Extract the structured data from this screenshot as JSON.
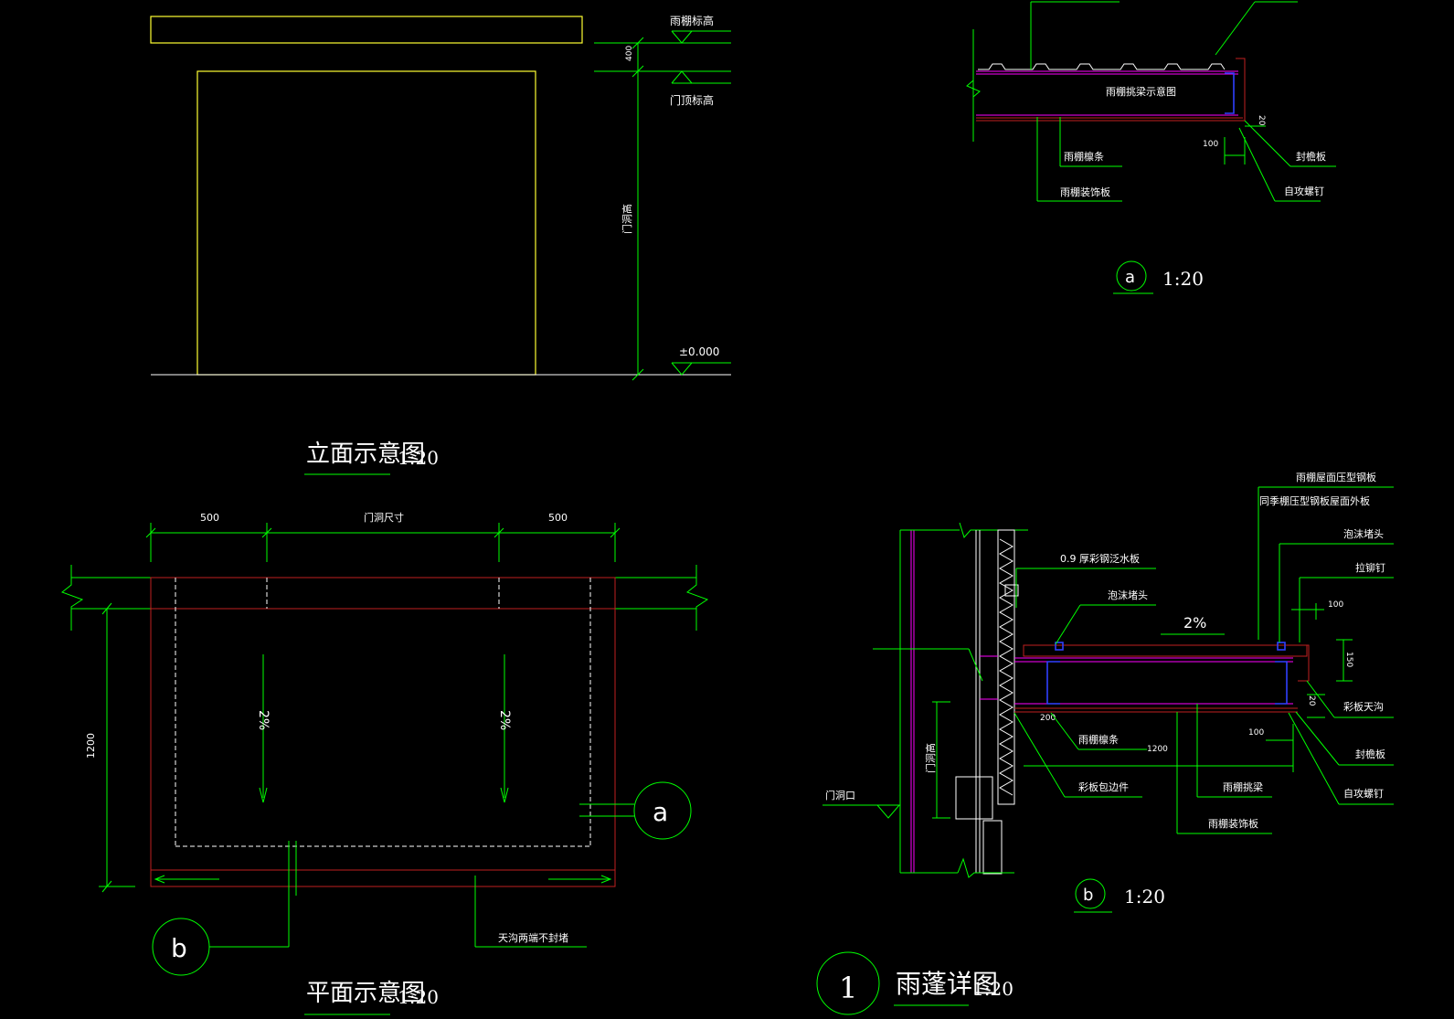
{
  "elevation": {
    "level_canopy": "雨棚标高",
    "level_door_top": "门顶标高",
    "level_zero": "±0.000",
    "dim_small": "400",
    "dim_height": "门洞高",
    "title": "立面示意图",
    "scale": "1:20"
  },
  "plan": {
    "dim_left": "500",
    "dim_mid": "门洞尺寸",
    "dim_right": "500",
    "dim_depth": "1200",
    "slope_left": "2%",
    "slope_right": "2%",
    "bubble_a": "a",
    "bubble_b": "b",
    "gutter_note": "天沟两端不封堵",
    "title": "平面示意图",
    "scale": "1:20"
  },
  "detail_a": {
    "note_mid": "雨棚挑梁示意图",
    "label_purlin": "雨棚檩条",
    "label_deco": "雨棚装饰板",
    "label_seal": "封檐板",
    "label_screw": "自攻螺钉",
    "dim_100": "100",
    "dim_20": "20",
    "bubble": "a",
    "scale": "1:20"
  },
  "detail_b": {
    "label_roof": "雨棚屋面压型钢板",
    "label_roof2": "同季棚压型钢板屋面外板",
    "label_foam": "泡沫堵头",
    "label_rivet": "拉铆钉",
    "label_flash": "0.9 厚彩钢泛水板",
    "label_foam2": "泡沫堵头",
    "slope": "2%",
    "dim_100a": "100",
    "dim_150": "150",
    "dim_20": "20",
    "dim_100b": "100",
    "dim_1200": "1200",
    "dim_200": "200",
    "label_gutter": "彩板天沟",
    "label_seal": "封檐板",
    "label_screw": "自攻螺钉",
    "label_purlin": "雨棚檩条",
    "label_edge": "彩板包边件",
    "label_beam": "雨棚挑梁",
    "label_deco": "雨棚装饰板",
    "label_door": "门洞口",
    "dim_door": "门洞高",
    "bubble": "b",
    "scale": "1:20"
  },
  "main_title": {
    "number": "1",
    "title": "雨蓬详图",
    "scale": "1:20"
  }
}
